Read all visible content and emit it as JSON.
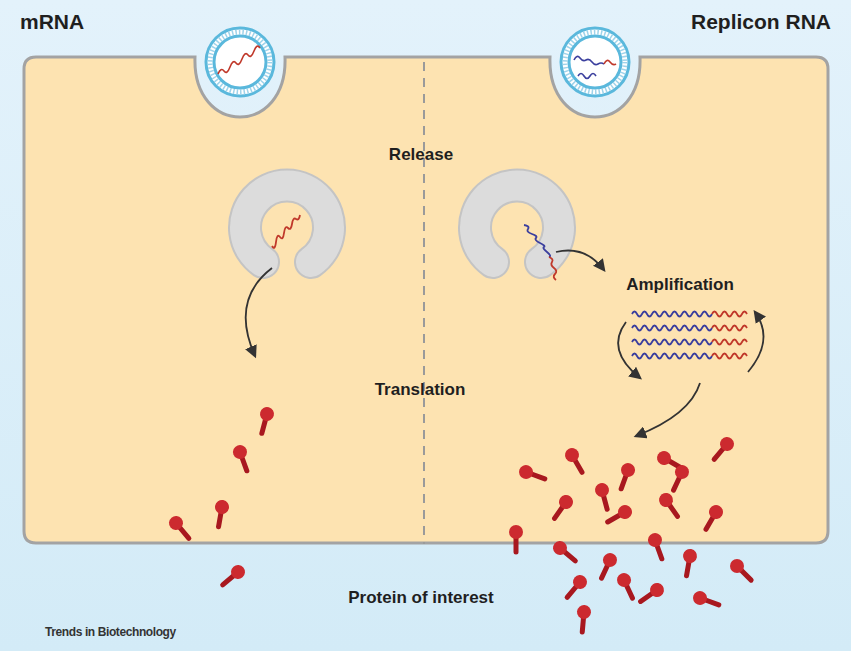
{
  "diagram": {
    "nodes": [
      {
        "text": [
          "Release",
          "Amplification",
          "Translation"
        ]
      }
    ],
    "labels": [
      "mRNA",
      "Replicon RNA",
      "Protein of interest",
      "Trends in Biotechnology"
    ]
  }
}
